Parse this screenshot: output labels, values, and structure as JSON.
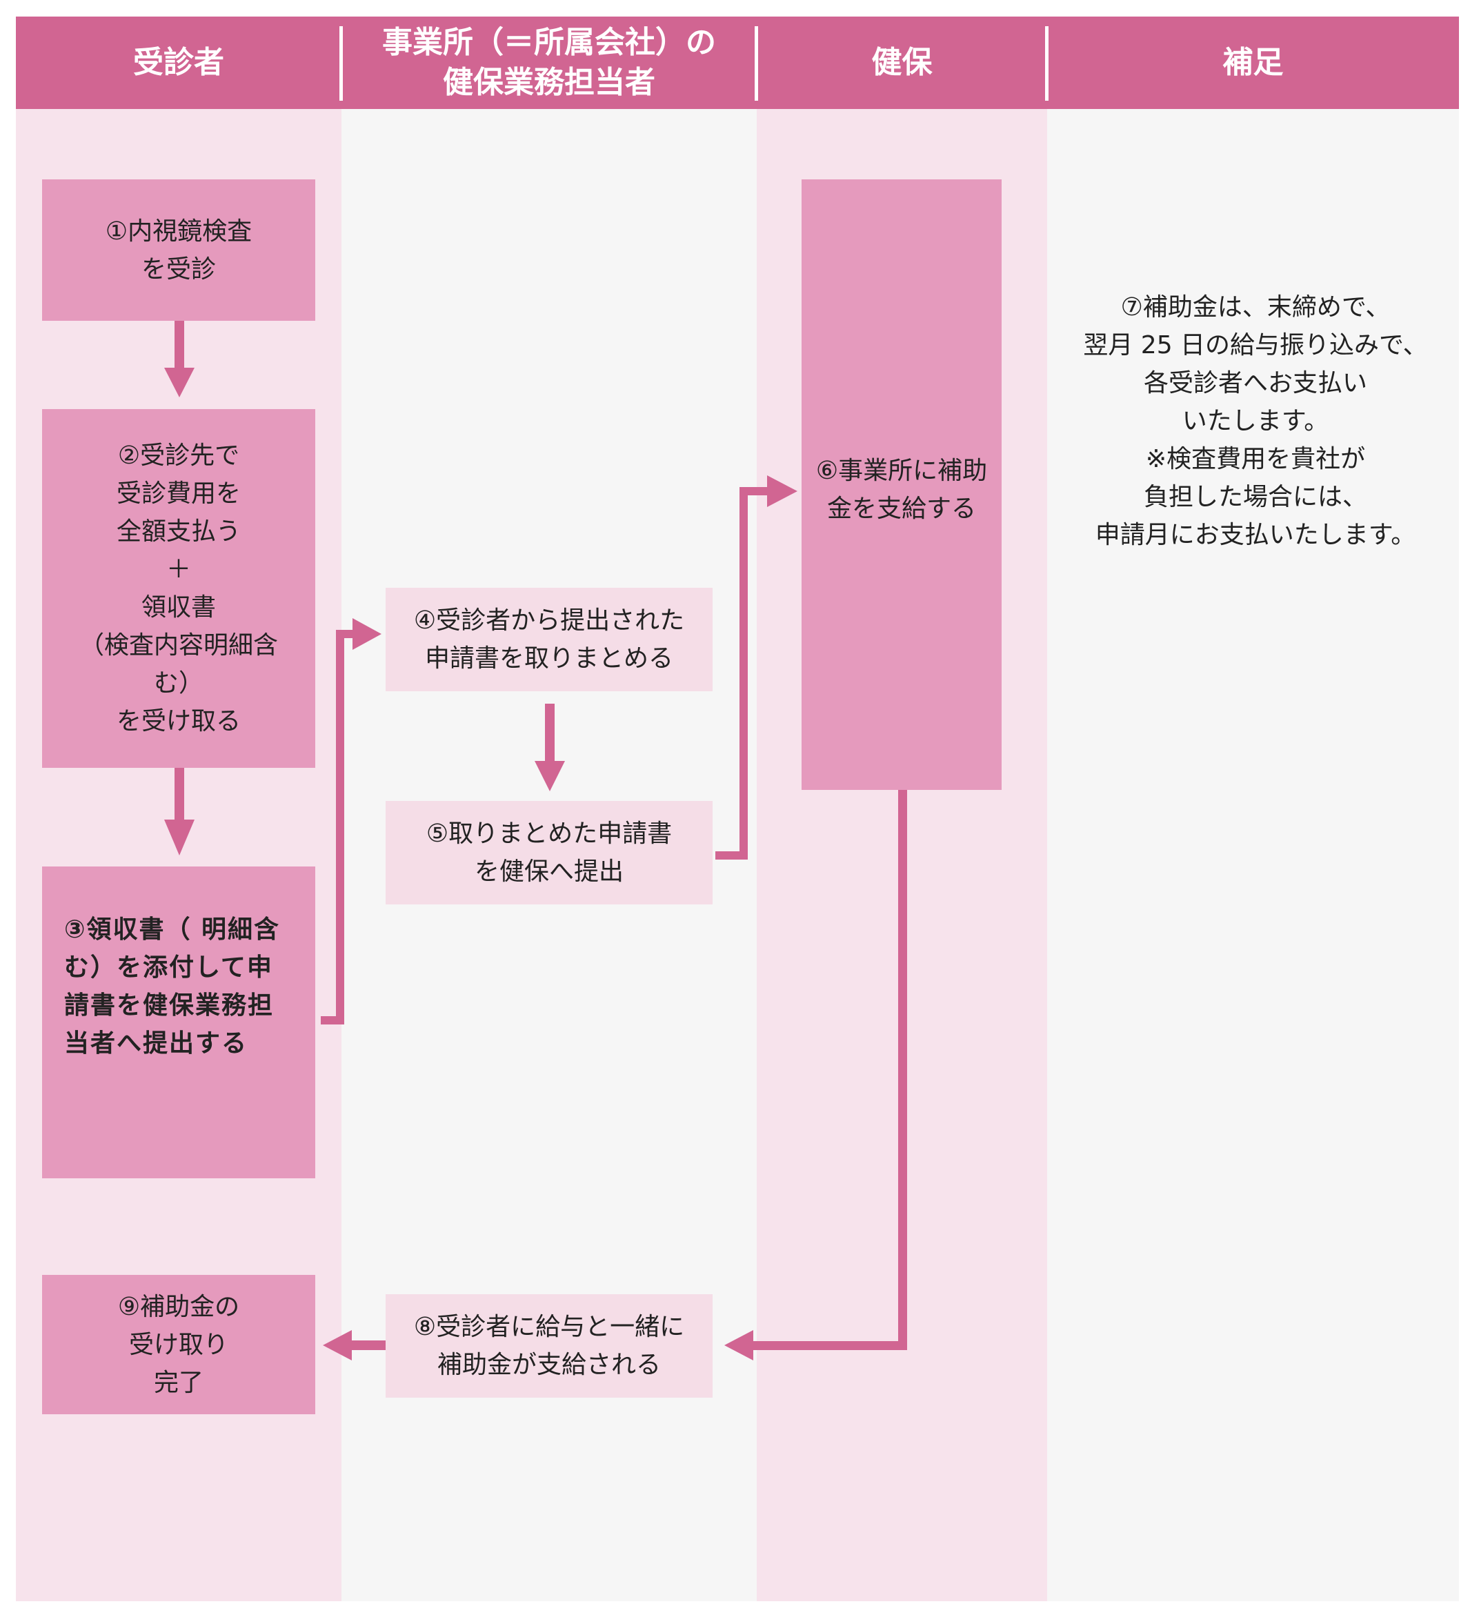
{
  "headers": {
    "examinee": "受診者",
    "office": "事業所（＝所属会社）の\n健保業務担当者",
    "kenpo": "健保",
    "note": "補足"
  },
  "steps": {
    "s1": "①内視鏡検査\nを受診",
    "s2": "②受診先で\n受診費用を\n全額支払う\n＋\n領収書\n（検査内容明細含む）\nを受け取る",
    "s3": "③領収書（ 明細含\nむ）を添付して申\n請書を健保業務担\n当者へ提出する",
    "s4": "④受診者から提出された\n申請書を取りまとめる",
    "s5": "⑤取りまとめた申請書\nを健保へ提出",
    "s6": "⑥事業所に補助\n金を支給する",
    "s8": "⑧受診者に給与と一緒に\n補助金が支給される",
    "s9": "⑨補助金の\n受け取り\n完了"
  },
  "note_text": "⑦補助金は、末締めで、\n翌月 25 日の給与振り込みで、\n各受診者へお支払い\nいたします。\n※検査費用を貴社が\n負担した場合には、\n申請月にお支払いたします。",
  "colors": {
    "header": "#d16592",
    "arrow": "#d16592",
    "box_dark": "#e59abd",
    "box_light": "#f5dde7",
    "lane_pink": "#f7e3ec",
    "lane_grey": "#f6f6f6"
  }
}
